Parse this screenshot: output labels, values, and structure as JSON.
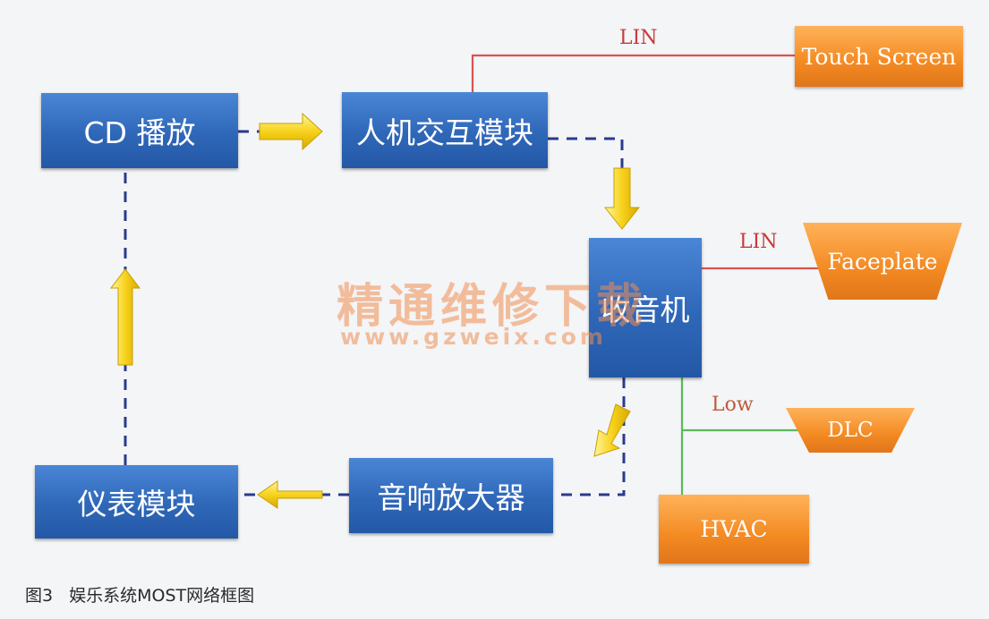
{
  "nodes": {
    "cd": "CD 播放",
    "hmi": "人机交互模块",
    "radio": "收音机",
    "amp": "音响放大器",
    "cluster": "仪表模块",
    "touch": "Touch Screen",
    "faceplate": "Faceplate",
    "dlc": "DLC",
    "hvac": "HVAC"
  },
  "links": {
    "lin_top": "LIN",
    "lin_mid": "LIN",
    "low": "Low"
  },
  "watermark": {
    "title": "精通维修下载",
    "url": "www.gzweix.com"
  },
  "caption": {
    "figure": "图3",
    "text": "娱乐系统MOST网络框图"
  },
  "colors": {
    "blue_node": "#2f67b8",
    "orange_node": "#f38a22",
    "most_dashed": "#2b3a8c",
    "lin_line": "#d9534f",
    "low_line": "#5cb85c",
    "arrow": "#f5d020"
  }
}
